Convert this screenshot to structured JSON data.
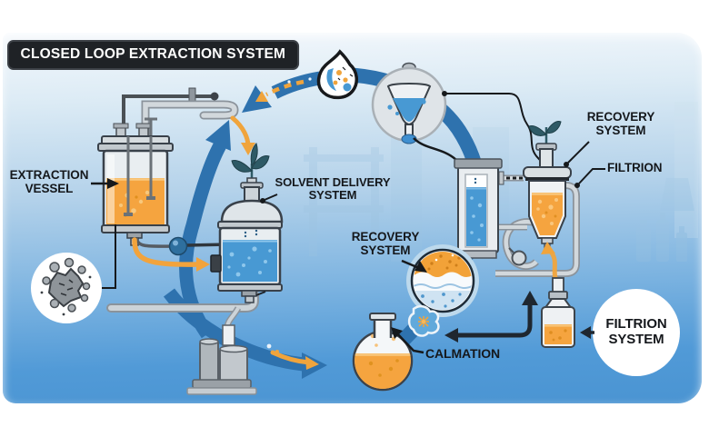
{
  "title": {
    "banner": "CLOSED LOOP EXTRACTION SYSTEM"
  },
  "labels": {
    "extraction_vessel": {
      "line1": "EXTRACTION",
      "line2": "VESSEL"
    },
    "solvent_delivery": {
      "line1": "SOLVENT DELIVERY",
      "line2": "SYSTEM"
    },
    "recovery_center": {
      "line1": "RECOVERY",
      "line2": "SYSTEM"
    },
    "recovery_right": {
      "line1": "RECOVERY",
      "line2": "SYSTEM"
    },
    "filtration_pipe": {
      "line1": "FILTRION"
    },
    "collection_flask": {
      "line1": "CALMATION"
    },
    "filtration_badge": {
      "line1": "FILTRION",
      "line2": "SYSTEM"
    }
  },
  "icons": {
    "biomass_inset": "plant-material-particles-icon",
    "drop_inset": "solvent-drop-icon",
    "funnel_inset": "separatory-funnel-icon",
    "separation_inset": "phase-separation-icon",
    "sprout_left": "plant-sprout-icon",
    "sprout_right": "plant-sprout-icon",
    "splash": "solvent-splash-icon",
    "loop_arrows": "circular-flow-arrows"
  },
  "colors": {
    "accent_blue": "#2e72ae",
    "accent_orange": "#f2a33c",
    "liquid_blue": "#4899d3",
    "liquid_orange": "#f5a43f",
    "banner_bg": "#1f2226",
    "label_text": "#15181c",
    "panel_top": "#f4f8fc",
    "panel_bottom": "#4a94d2"
  }
}
